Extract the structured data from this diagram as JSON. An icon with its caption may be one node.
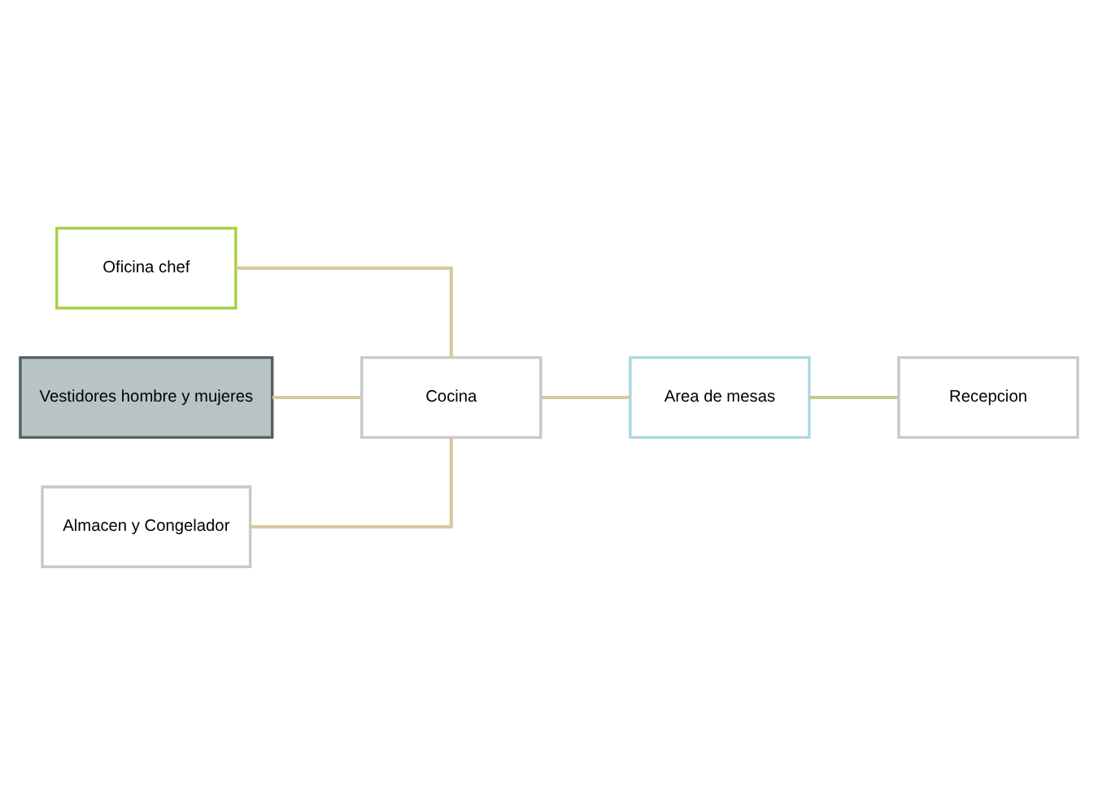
{
  "diagram": {
    "nodes": [
      {
        "text": [
          "Oficina chef"
        ]
      },
      {
        "text": [
          "Cocina"
        ]
      },
      {
        "text": [
          "Vestidores hombre y mujeres"
        ]
      },
      {
        "text": [
          "Almacen y Congelador"
        ]
      },
      {
        "text": [
          "Area de mesas"
        ]
      },
      {
        "text": [
          "Recepcion"
        ]
      }
    ],
    "edges": [
      {
        "from": 0,
        "to": 1,
        "arrow": "none"
      },
      {
        "from": 2,
        "to": 1,
        "arrow": "none"
      },
      {
        "from": 3,
        "to": 1,
        "arrow": "none"
      },
      {
        "from": 1,
        "to": 4,
        "arrow": "none"
      },
      {
        "from": 4,
        "to": 5,
        "arrow": "none",
        "color": "#c8c890"
      }
    ]
  }
}
